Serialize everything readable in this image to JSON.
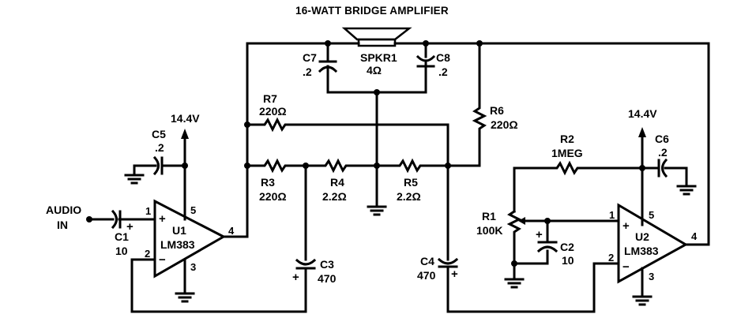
{
  "title": "16-WATT BRIDGE AMPLIFIER",
  "input": {
    "label_line1": "AUDIO",
    "label_line2": "IN"
  },
  "supply": {
    "u1": "14.4V",
    "u2": "14.4V"
  },
  "components": {
    "U1": {
      "ref": "U1",
      "part": "LM383",
      "pins": {
        "noninv": "1",
        "inv": "2",
        "gnd": "3",
        "out": "4",
        "vcc": "5"
      }
    },
    "U2": {
      "ref": "U2",
      "part": "LM383",
      "pins": {
        "noninv": "1",
        "inv": "2",
        "gnd": "3",
        "out": "4",
        "vcc": "5"
      }
    },
    "SPKR1": {
      "ref": "SPKR1",
      "value": "4Ω"
    },
    "C1": {
      "ref": "C1",
      "value": "10"
    },
    "C2": {
      "ref": "C2",
      "value": "10"
    },
    "C3": {
      "ref": "C3",
      "value": "470"
    },
    "C4": {
      "ref": "C4",
      "value": "470"
    },
    "C5": {
      "ref": "C5",
      "value": ".2"
    },
    "C6": {
      "ref": "C6",
      "value": ".2"
    },
    "C7": {
      "ref": "C7",
      "value": ".2"
    },
    "C8": {
      "ref": "C8",
      "value": ".2"
    },
    "R1": {
      "ref": "R1",
      "value": "100K"
    },
    "R2": {
      "ref": "R2",
      "value": "1MEG"
    },
    "R3": {
      "ref": "R3",
      "value": "220Ω"
    },
    "R4": {
      "ref": "R4",
      "value": "2.2Ω"
    },
    "R5": {
      "ref": "R5",
      "value": "2.2Ω"
    },
    "R6": {
      "ref": "R6",
      "value": "220Ω"
    },
    "R7": {
      "ref": "R7",
      "value": "220Ω"
    }
  },
  "symbols": {
    "plus": "+",
    "minus": "−"
  }
}
